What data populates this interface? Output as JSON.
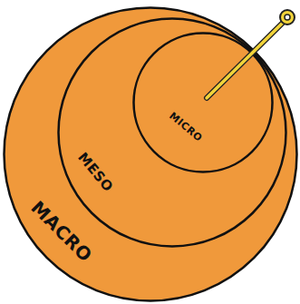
{
  "diagram": {
    "nodes": [
      {
        "text": [
          "MACRO"
        ]
      },
      {
        "text": [
          "MESO"
        ],
        "in": 0
      },
      {
        "text": [
          "MICRO"
        ],
        "in": 1
      }
    ]
  }
}
